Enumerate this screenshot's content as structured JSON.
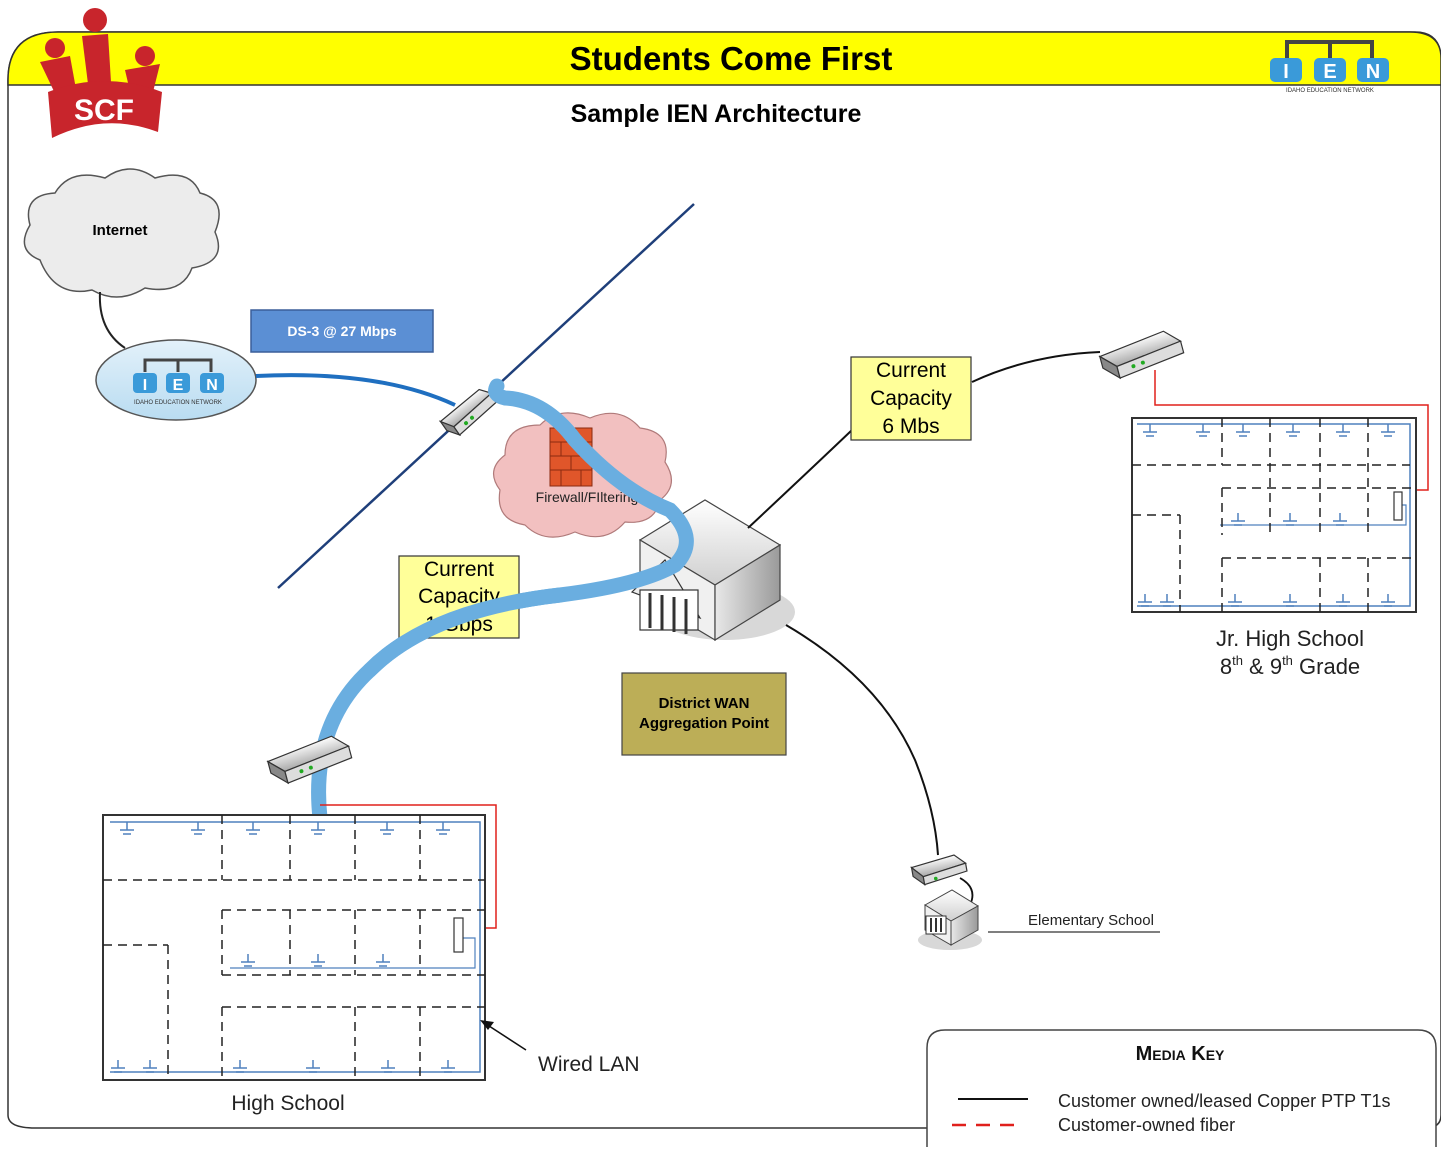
{
  "header": {
    "title": "Students Come First",
    "subtitle": "Sample IEN Architecture",
    "scf_logo_text": "SCF",
    "ien_logo_letters": [
      "I",
      "E",
      "N"
    ],
    "ien_logo_caption": "IDAHO EDUCATION NETWORK"
  },
  "diagram": {
    "internet_label": "Internet",
    "ds3_label": "DS-3 @ 27 Mbps",
    "firewall_label": "Firewall/FIltering",
    "capacity_1g": [
      "Current",
      "Capacity",
      "1 Gbps"
    ],
    "capacity_6m": [
      "Current",
      "Capacity",
      "6 Mbs"
    ],
    "district_label": [
      "District WAN",
      "Aggregation Point"
    ],
    "jr_high_label": "Jr. High School",
    "jr_high_grade": {
      "a": "8",
      "a_sup": "th",
      "mid": " & 9",
      "b_sup": "th",
      "end": " Grade"
    },
    "high_school_label": "High School",
    "wired_lan_label": "Wired LAN",
    "elementary_label": "Elementary School"
  },
  "media_key": {
    "title": "Media Key",
    "items": [
      {
        "label": "Customer owned/leased Copper PTP T1s",
        "style": "solid-black"
      },
      {
        "label": "Customer-owned fiber",
        "style": "dashed-red"
      }
    ]
  },
  "colors": {
    "banner": "#ffff00",
    "scf_red": "#c8252c",
    "ien_blue": "#3a9ad9",
    "fiber_blue": "#6aaee0",
    "ds3_box": "#5b8fd4",
    "capacity_box": "#ffff99",
    "district_box": "#bcae57",
    "firewall_cloud": "#f2c0c0",
    "lan_blue": "#4f81bd",
    "fiber_red": "#e0201c"
  }
}
